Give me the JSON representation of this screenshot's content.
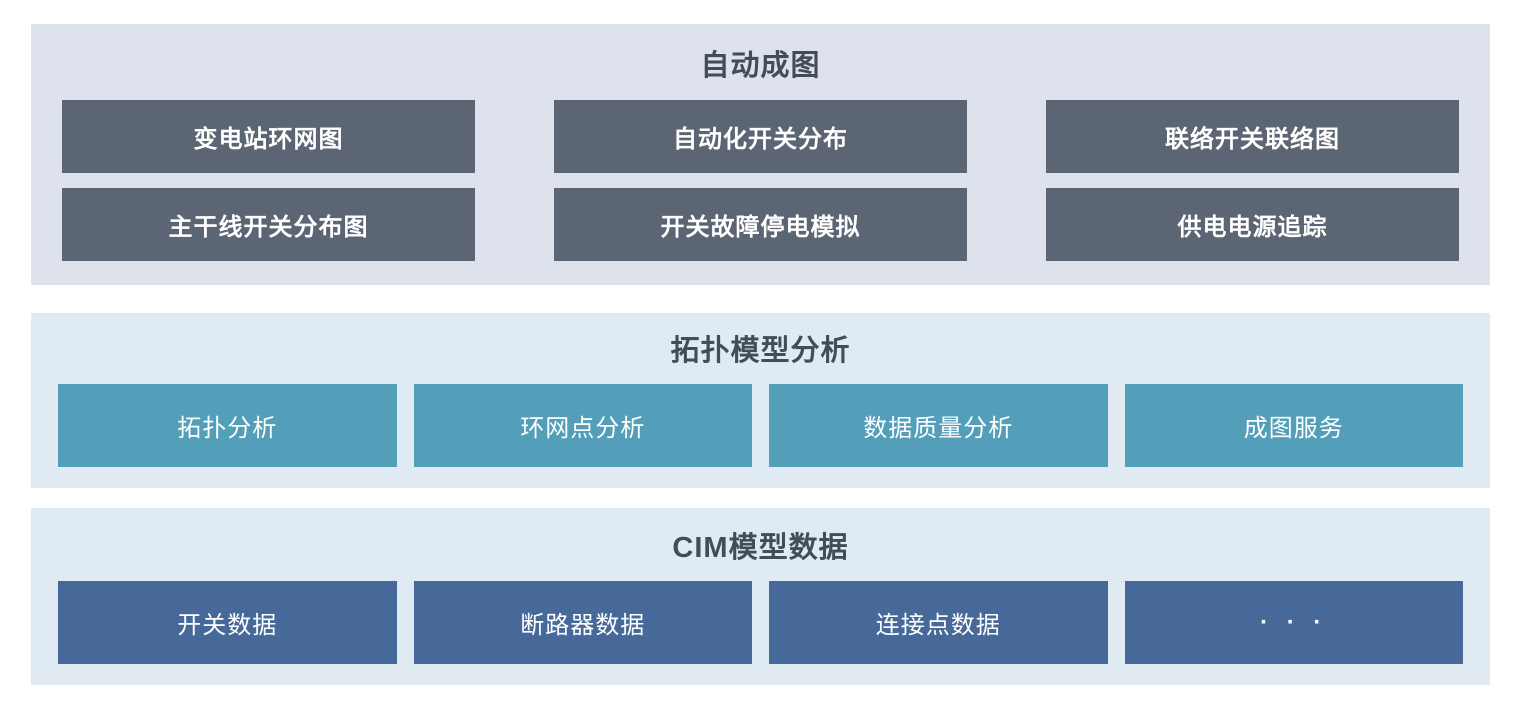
{
  "diagram": {
    "type": "layered-architecture",
    "page_background": "#ffffff",
    "title_color": "#434c59",
    "node_text_color": "#ffffff"
  },
  "sections": [
    {
      "id": "auto-drawing",
      "title": "自动成图",
      "panel_color": "#dee2ec",
      "node_color": "#5c6573",
      "columns": 3,
      "items": [
        "变电站环网图",
        "自动化开关分布",
        "联络开关联络图",
        "主干线开关分布图",
        "开关故障停电模拟",
        "供电电源追踪"
      ]
    },
    {
      "id": "topology-model-analysis",
      "title": "拓扑模型分析",
      "panel_color": "#dfeaf2",
      "node_color": "#539fba",
      "columns": 4,
      "items": [
        "拓扑分析",
        "环网点分析",
        "数据质量分析",
        "成图服务"
      ]
    },
    {
      "id": "cim-model-data",
      "title": "CIM模型数据",
      "panel_color": "#dfeaf2",
      "node_color": "#46699a",
      "columns": 4,
      "items": [
        "开关数据",
        "断路器数据",
        "连接点数据",
        "· · ·"
      ]
    }
  ]
}
